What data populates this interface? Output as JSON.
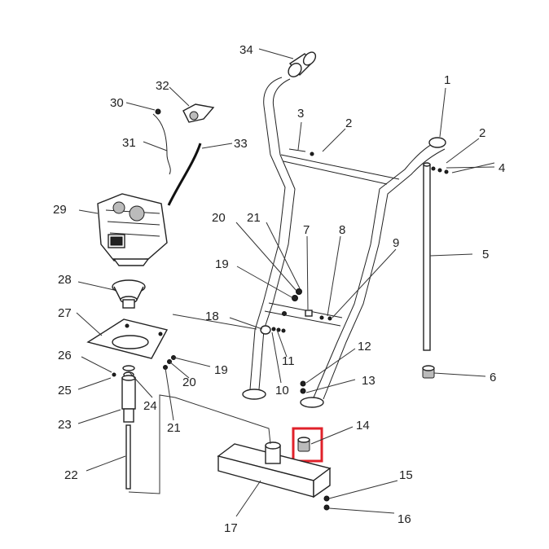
{
  "callouts": [
    {
      "num": "1"
    },
    {
      "num": "2"
    },
    {
      "num": "2"
    },
    {
      "num": "3"
    },
    {
      "num": "4"
    },
    {
      "num": "5"
    },
    {
      "num": "6"
    },
    {
      "num": "7"
    },
    {
      "num": "8"
    },
    {
      "num": "9"
    },
    {
      "num": "10"
    },
    {
      "num": "11"
    },
    {
      "num": "12"
    },
    {
      "num": "13"
    },
    {
      "num": "14"
    },
    {
      "num": "15"
    },
    {
      "num": "16"
    },
    {
      "num": "17"
    },
    {
      "num": "18"
    },
    {
      "num": "19"
    },
    {
      "num": "19"
    },
    {
      "num": "20"
    },
    {
      "num": "20"
    },
    {
      "num": "21"
    },
    {
      "num": "21"
    },
    {
      "num": "22"
    },
    {
      "num": "23"
    },
    {
      "num": "24"
    },
    {
      "num": "25"
    },
    {
      "num": "26"
    },
    {
      "num": "27"
    },
    {
      "num": "28"
    },
    {
      "num": "29"
    },
    {
      "num": "30"
    },
    {
      "num": "31"
    },
    {
      "num": "32"
    },
    {
      "num": "33"
    },
    {
      "num": "34"
    }
  ],
  "highlight": {
    "part": "14",
    "color": "#e0212a"
  }
}
